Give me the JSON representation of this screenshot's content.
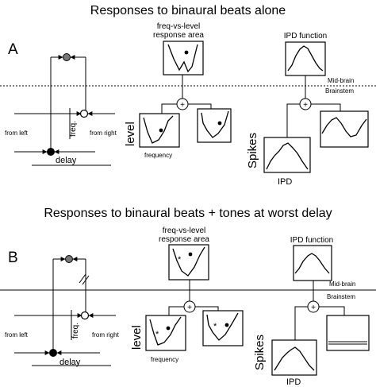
{
  "panelA": {
    "title": "Responses to binaural beats alone",
    "letter": "A",
    "top_left_label_line1": "freq-vs-level",
    "top_left_label_line2": "response area",
    "top_right_label": "IPD function",
    "midbrain": "Mid-brain",
    "brainstem": "Brainstem",
    "from_left": "from left",
    "from_right": "from right",
    "freq": "freq.",
    "delay": "delay",
    "level": "level",
    "frequency": "frequency",
    "spikes": "Spikes",
    "ipd": "IPD",
    "plus": "+"
  },
  "panelB": {
    "title": "Responses to binaural beats + tones at worst delay",
    "letter": "B",
    "top_left_label_line1": "freq-vs-level",
    "top_left_label_line2": "response area",
    "top_right_label": "IPD function",
    "midbrain": "Mid-brain",
    "brainstem": "Brainstem",
    "from_left": "from left",
    "from_right": "from right",
    "freq": "freq.",
    "delay": "delay",
    "level": "level",
    "frequency": "frequency",
    "spikes": "Spikes",
    "ipd": "IPD",
    "plus": "+",
    "star": "*"
  }
}
